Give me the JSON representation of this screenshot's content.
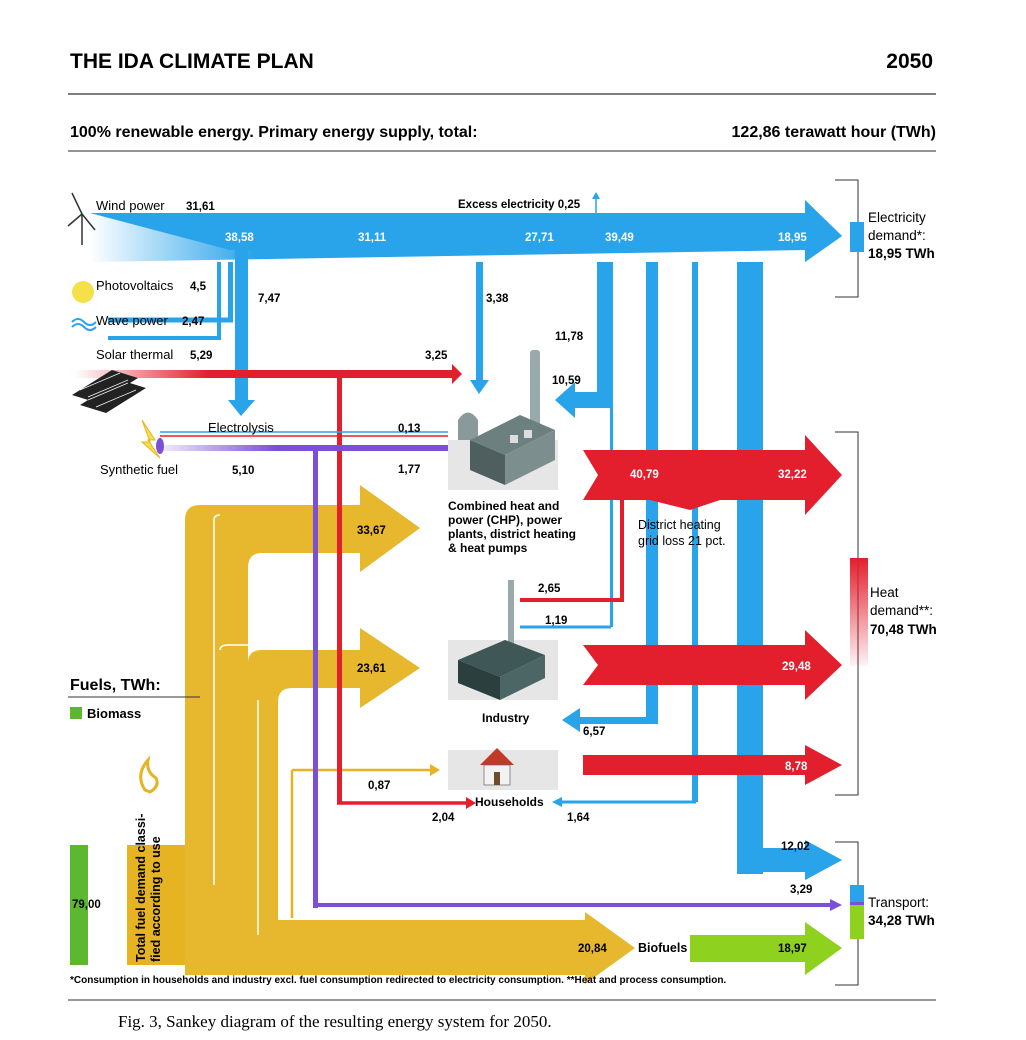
{
  "header": {
    "title": "THE IDA CLIMATE PLAN",
    "year": "2050",
    "subtitle": "100% renewable energy. Primary energy supply, total:",
    "total": "122,86 terawatt hour (TWh)"
  },
  "sources": {
    "wind": "Wind power",
    "wind_val": "31,61",
    "pv": "Photovoltaics",
    "pv_val": "4,5",
    "wave": "Wave power",
    "wave_val": "2,47",
    "solar_thermal": "Solar thermal",
    "solar_thermal_val": "5,29",
    "electrolysis": "Electrolysis",
    "synthetic_fuel": "Synthetic fuel",
    "synthetic_fuel_val": "5,10",
    "excess": "Excess electricity 0,25"
  },
  "fuels": {
    "title": "Fuels, TWh:",
    "biomass": "Biomass",
    "total_val": "79,00",
    "vertical_label_1": "Total fuel demand classi-",
    "vertical_label_2": "fied according to use",
    "biofuels": "Biofuels"
  },
  "nodes": {
    "chp_1": "Combined heat and",
    "chp_2": "power (CHP), power",
    "chp_3": "plants, district heating",
    "chp_4": "& heat pumps",
    "dh_1": "District heating",
    "dh_2": "grid loss 21 pct.",
    "industry": "Industry",
    "households": "Households"
  },
  "demands": {
    "elec_1": "Electricity",
    "elec_2": "demand*:",
    "elec_3": "18,95 TWh",
    "heat_1": "Heat",
    "heat_2": "demand**:",
    "heat_3": "70,48 TWh",
    "transport_1": "Transport:",
    "transport_2": "34,28 TWh"
  },
  "flows": {
    "f38_58": "38,58",
    "f31_11": "31,11",
    "f27_71": "27,71",
    "f39_49": "39,49",
    "f18_95": "18,95",
    "f7_47": "7,47",
    "f3_38": "3,38",
    "f11_78": "11,78",
    "f3_25": "3,25",
    "f10_59": "10,59",
    "f0_13": "0,13",
    "f1_77": "1,77",
    "f40_79": "40,79",
    "f32_22": "32,22",
    "f33_67": "33,67",
    "f2_65": "2,65",
    "f1_19": "1,19",
    "f23_61": "23,61",
    "f29_48": "29,48",
    "f6_57": "6,57",
    "f0_87": "0,87",
    "f8_78": "8,78",
    "f2_04": "2,04",
    "f1_64": "1,64",
    "f12_02": "12,02",
    "f3_29": "3,29",
    "f20_84": "20,84",
    "f18_97": "18,97"
  },
  "footnote": "*Consumption in households and industry excl. fuel consumption redirected to electricity consumption. **Heat and process consumption.",
  "caption": "Fig. 3, Sankey diagram of the resulting energy system for 2050.",
  "colors": {
    "electricity": "#29a3ea",
    "heat": "#e31e2d",
    "fuel": "#e6b422",
    "synthetic": "#7b4fd6",
    "biofuel": "#8fd11f",
    "biomass": "#5cb82e"
  }
}
